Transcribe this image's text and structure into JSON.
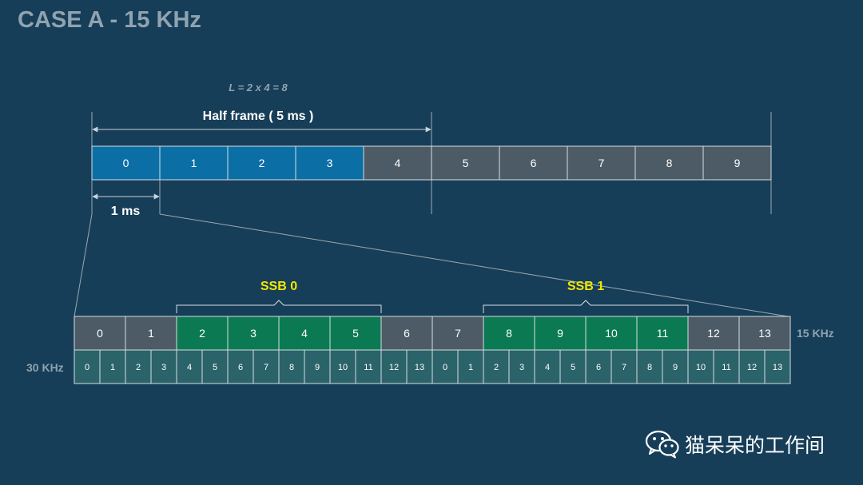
{
  "title": "CASE A - 15 KHz",
  "l_formula": "L = 2 x 4 = 8",
  "half_frame_label": "Half frame ( 5 ms )",
  "one_ms_label": "1 ms",
  "subframes": [
    "0",
    "1",
    "2",
    "3",
    "4",
    "5",
    "6",
    "7",
    "8",
    "9"
  ],
  "subframe_highlight_count": 4,
  "symbols_15khz": [
    "0",
    "1",
    "2",
    "3",
    "4",
    "5",
    "6",
    "7",
    "8",
    "9",
    "10",
    "11",
    "12",
    "13"
  ],
  "symbols_30khz": [
    "0",
    "1",
    "2",
    "3",
    "4",
    "5",
    "6",
    "7",
    "8",
    "9",
    "10",
    "11",
    "12",
    "13",
    "0",
    "1",
    "2",
    "3",
    "4",
    "5",
    "6",
    "7",
    "8",
    "9",
    "10",
    "11",
    "12",
    "13"
  ],
  "label_15khz": "15 KHz",
  "label_30khz": "30 KHz",
  "ssb": [
    {
      "label": "SSB 0",
      "symbols": [
        2,
        3,
        4,
        5
      ]
    },
    {
      "label": "SSB 1",
      "symbols": [
        8,
        9,
        10,
        11
      ]
    }
  ],
  "watermark": "猫呆呆的工作间",
  "colors": {
    "background": "#173e58",
    "subframe_blue": "#0b6fa6",
    "subframe_gray": "#4c5b66",
    "symbol_gray": "#4c5b66",
    "ssb_green": "#0b7a52",
    "symbol_teal": "#2a6369",
    "ssb_label": "#f2e600",
    "text_muted": "#8fa3b1"
  }
}
